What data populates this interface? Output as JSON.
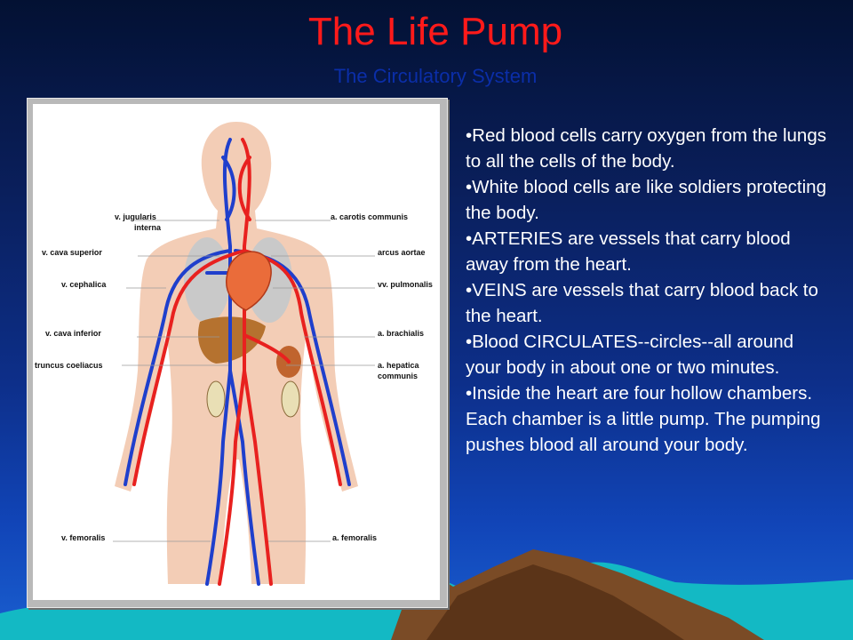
{
  "slide": {
    "title": "The Life Pump",
    "subtitle": "The Circulatory System",
    "bullets": [
      "•Red blood cells carry oxygen from the lungs to all the cells of the body.",
      "•White blood cells are like soldiers protecting the body.",
      "•ARTERIES are vessels that carry blood away from the heart.",
      "•VEINS are vessels that carry blood back to the heart.",
      "•Blood CIRCULATES--circles--all around your body in about one or two minutes.",
      "•Inside the heart are four hollow chambers. Each chamber is a little pump. The pumping pushes blood all around your body."
    ]
  },
  "diagram": {
    "labels_left": [
      "v. jugularis",
      "interna",
      "v. cava superior",
      "v. cephalica",
      "v. cava inferior",
      "truncus coeliacus",
      "v. femoralis"
    ],
    "labels_right": [
      "a. carotis communis",
      "arcus aortae",
      "vv. pulmonalis",
      "a. brachialis",
      "a. hepatica",
      "communis",
      "a. femoralis"
    ]
  },
  "colors": {
    "title": "#ff1a1a",
    "subtitle": "#0b2ea8",
    "artery": "#e8211f",
    "vein": "#1f3fcc",
    "body_fill": "#f3cdb6"
  }
}
